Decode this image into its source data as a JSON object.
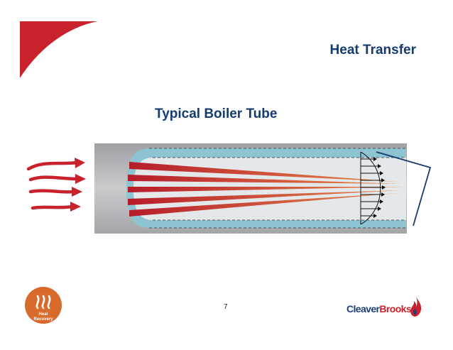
{
  "slide": {
    "header_title": "Heat Transfer",
    "subtitle": "Typical Boiler Tube",
    "page_number": "7"
  },
  "logos": {
    "heat_recovery_line1": "Heat",
    "heat_recovery_line2": "Recovery",
    "cleaverbrooks_part1": "Cleaver",
    "cleaverbrooks_part2": "Brooks"
  },
  "colors": {
    "title_blue": "#143c6e",
    "accent_red": "#c8222c",
    "flow_orange": "#d96b3a",
    "boundary_blue": "#8ec3d1",
    "tube_gray": "#bdbfc1",
    "logo_orange": "#d86a2c"
  }
}
